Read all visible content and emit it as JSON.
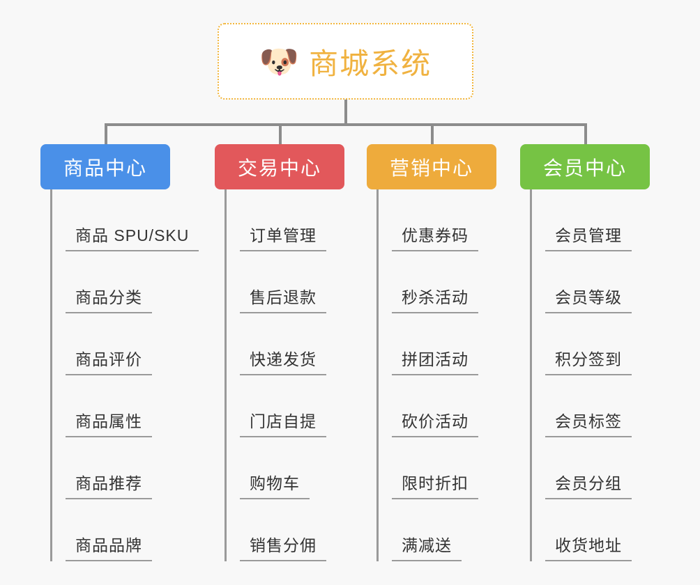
{
  "root": {
    "icon": "dog-face-icon",
    "emoji": "🐶",
    "title": "商城系统",
    "title_color": "#f0b240",
    "border_color": "#f2b63c"
  },
  "canvas": {
    "background": "#f8f8f8",
    "connector_color": "#8c8c8c"
  },
  "branches": [
    {
      "label": "商品中心",
      "color": "#4a90e8",
      "items": [
        "商品 SPU/SKU",
        "商品分类",
        "商品评价",
        "商品属性",
        "商品推荐",
        "商品品牌"
      ]
    },
    {
      "label": "交易中心",
      "color": "#e2585b",
      "items": [
        "订单管理",
        "售后退款",
        "快递发货",
        "门店自提",
        "购物车",
        "销售分佣"
      ]
    },
    {
      "label": "营销中心",
      "color": "#eeab3c",
      "items": [
        "优惠券码",
        "秒杀活动",
        "拼团活动",
        "砍价活动",
        "限时折扣",
        "满减送"
      ]
    },
    {
      "label": "会员中心",
      "color": "#76c344",
      "items": [
        "会员管理",
        "会员等级",
        "积分签到",
        "会员标签",
        "会员分组",
        "收货地址"
      ]
    }
  ]
}
